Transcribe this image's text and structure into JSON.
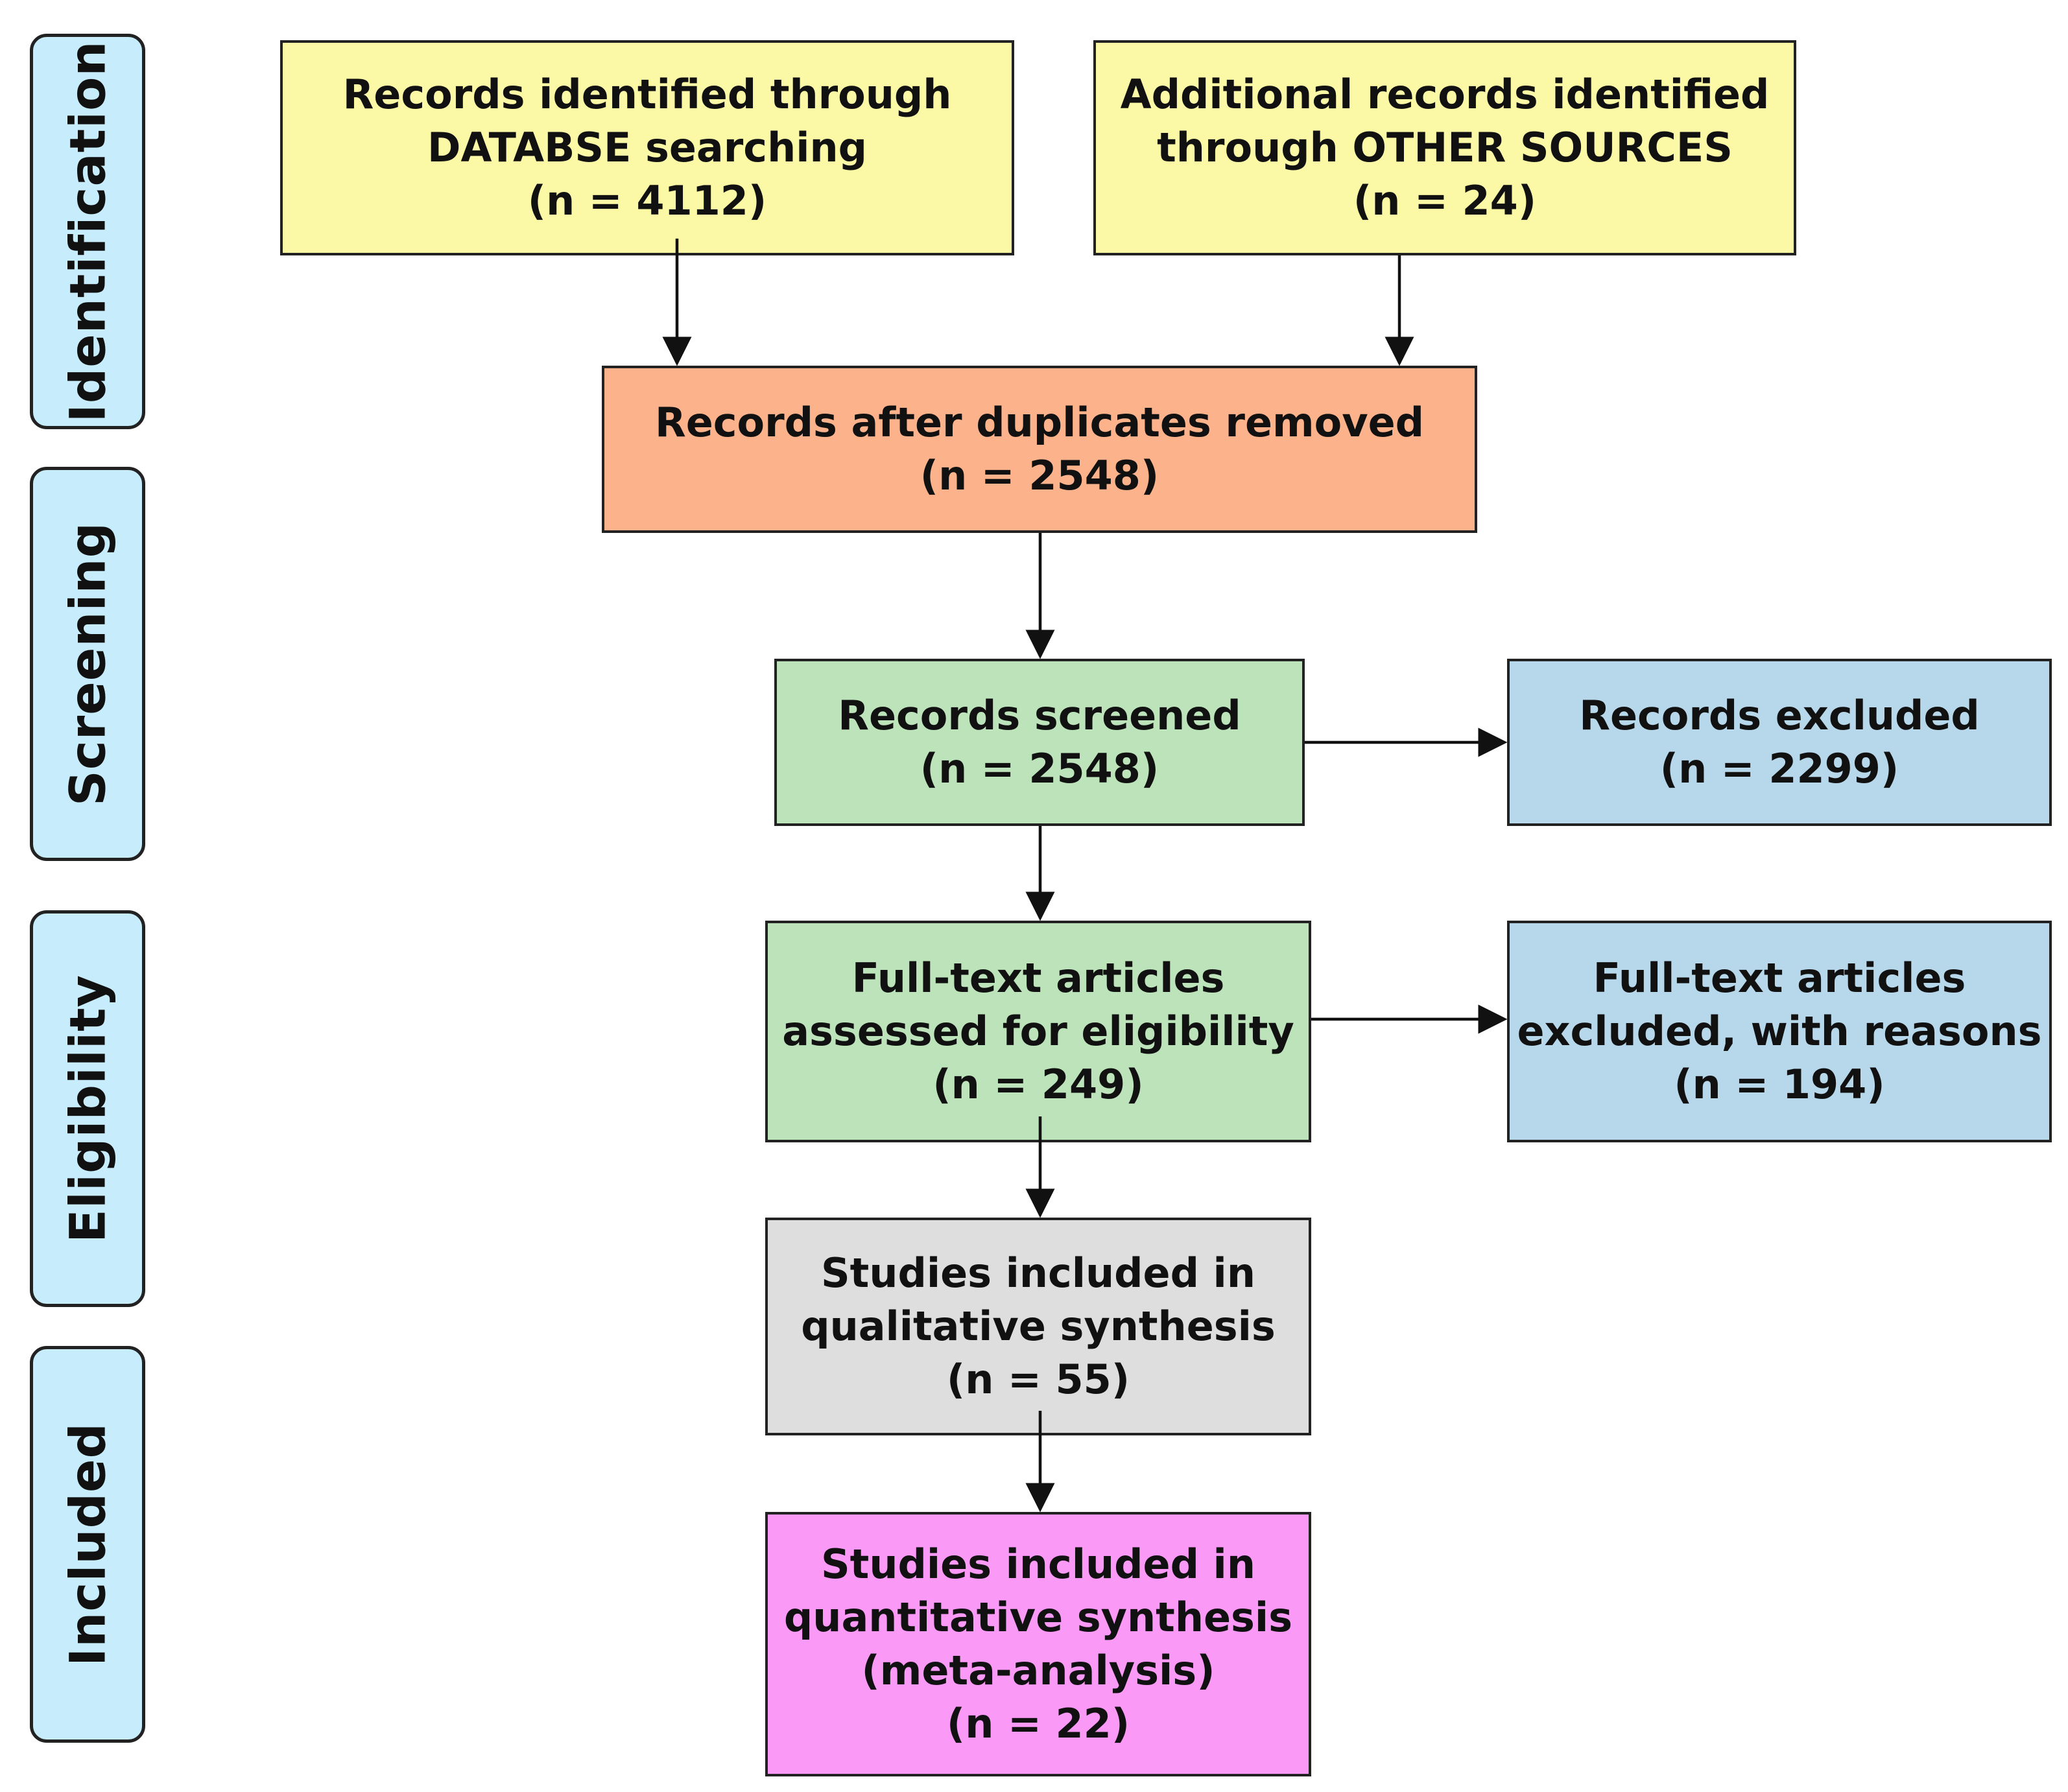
{
  "phases": {
    "identification": "Identification",
    "screening": "Screening",
    "eligibility": "Eligibility",
    "included": "Included"
  },
  "boxes": {
    "database": {
      "line1": "Records identified through",
      "line2": "DATABSE searching",
      "count": "(n = 4112)",
      "color": "#fbf8a6"
    },
    "other_sources": {
      "line1": "Additional records identified",
      "line2": "through OTHER SOURCES",
      "count": "(n = 24)",
      "color": "#fbf8a6"
    },
    "duplicates_removed": {
      "line1": "Records after duplicates removed",
      "count": "(n = 2548)",
      "color": "#fcb38c"
    },
    "screened": {
      "line1": "Records screened",
      "count": "(n = 2548)",
      "color": "#bde3bb"
    },
    "excluded": {
      "line1": "Records excluded",
      "count": "(n = 2299)",
      "color": "#b7d7ea"
    },
    "fulltext_assessed": {
      "line1": "Full-text articles",
      "line2": "assessed for eligibility",
      "count": "(n = 249)",
      "color": "#bde3bb"
    },
    "fulltext_excluded": {
      "line1": "Full-text articles",
      "line2": "excluded, with reasons",
      "count": "(n = 194)",
      "color": "#b7d7ea"
    },
    "qualitative": {
      "line1": "Studies included in",
      "line2": "qualitative synthesis",
      "count": "(n = 55)",
      "color": "#dedede"
    },
    "quantitative": {
      "line1": "Studies included in",
      "line2": "quantitative synthesis",
      "line3": "(meta-analysis)",
      "count": "(n = 22)",
      "color": "#fb99f7"
    }
  }
}
